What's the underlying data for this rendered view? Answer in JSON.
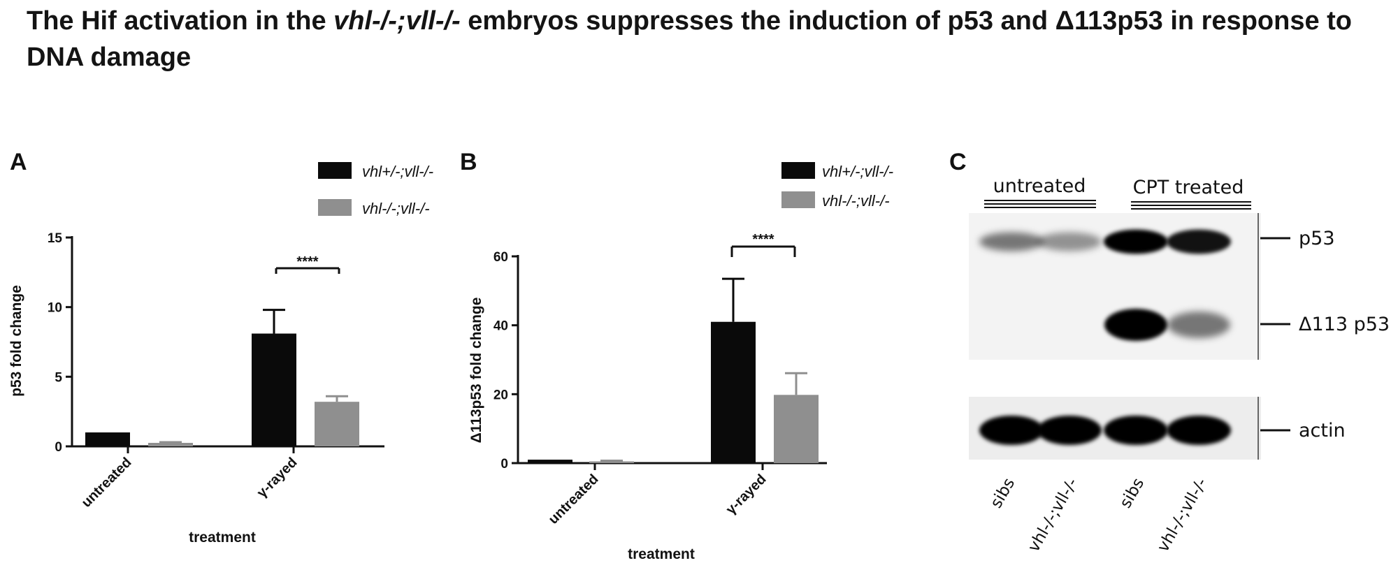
{
  "title": {
    "part1": "The Hif activation in the ",
    "part2": "vhl-/-;vll-/-",
    "part3": " embryos suppresses the induction of p53 and Δ113p53 in response to DNA damage"
  },
  "colors": {
    "series1": "#0a0a0a",
    "series2": "#8f8f8f",
    "axis": "#111111"
  },
  "panels": {
    "A": {
      "letter": "A"
    },
    "B": {
      "letter": "B"
    },
    "C": {
      "letter": "C"
    }
  },
  "chart_data": [
    {
      "type": "bar",
      "panel": "A",
      "categories": [
        "untreated",
        "γ-rayed"
      ],
      "series": [
        {
          "name": "vhl+/-;vll-/-",
          "color": "#0a0a0a",
          "values": [
            1.0,
            8.1
          ],
          "errors": [
            0,
            1.7
          ]
        },
        {
          "name": "vhl-/-;vll-/-",
          "color": "#8f8f8f",
          "values": [
            0.25,
            3.2
          ],
          "errors": [
            0.05,
            0.4
          ]
        }
      ],
      "xlabel": "treatment",
      "ylabel": "p53 fold change",
      "ylim": [
        0,
        15
      ],
      "yticks": [
        "0",
        "5",
        "10",
        "15"
      ],
      "significance": {
        "category": "γ-rayed",
        "label": "****"
      },
      "legend": "top-right",
      "grid": false
    },
    {
      "type": "bar",
      "panel": "B",
      "categories": [
        "untreated",
        "γ-rayed"
      ],
      "series": [
        {
          "name": "vhl+/-;vll-/-",
          "color": "#0a0a0a",
          "values": [
            1.0,
            41.0
          ],
          "errors": [
            0,
            12.5
          ]
        },
        {
          "name": "vhl-/-;vll-/-",
          "color": "#8f8f8f",
          "values": [
            0.5,
            19.8
          ],
          "errors": [
            0.2,
            6.3
          ]
        }
      ],
      "xlabel": "treatment",
      "ylabel": "Δ113p53 fold change",
      "ylim": [
        0,
        60
      ],
      "yticks": [
        "0",
        "20",
        "40",
        "60"
      ],
      "significance": {
        "category": "γ-rayed",
        "label": "****"
      },
      "legend": "top-right",
      "grid": false
    }
  ],
  "blot": {
    "groups": [
      "untreated",
      "CPT treated"
    ],
    "bands": {
      "p53": "p53",
      "d113": "Δ113 p53",
      "actin": "actin"
    },
    "lanes": [
      "sibs",
      "vhl-/-;vll-/-",
      "sibs",
      "vhl-/-;vll-/-"
    ],
    "intensity": {
      "p53": [
        0.35,
        0.2,
        1.0,
        0.9
      ],
      "d113": [
        0,
        0,
        1.0,
        0.35
      ],
      "actin": [
        1.0,
        1.0,
        1.0,
        1.0
      ]
    }
  }
}
